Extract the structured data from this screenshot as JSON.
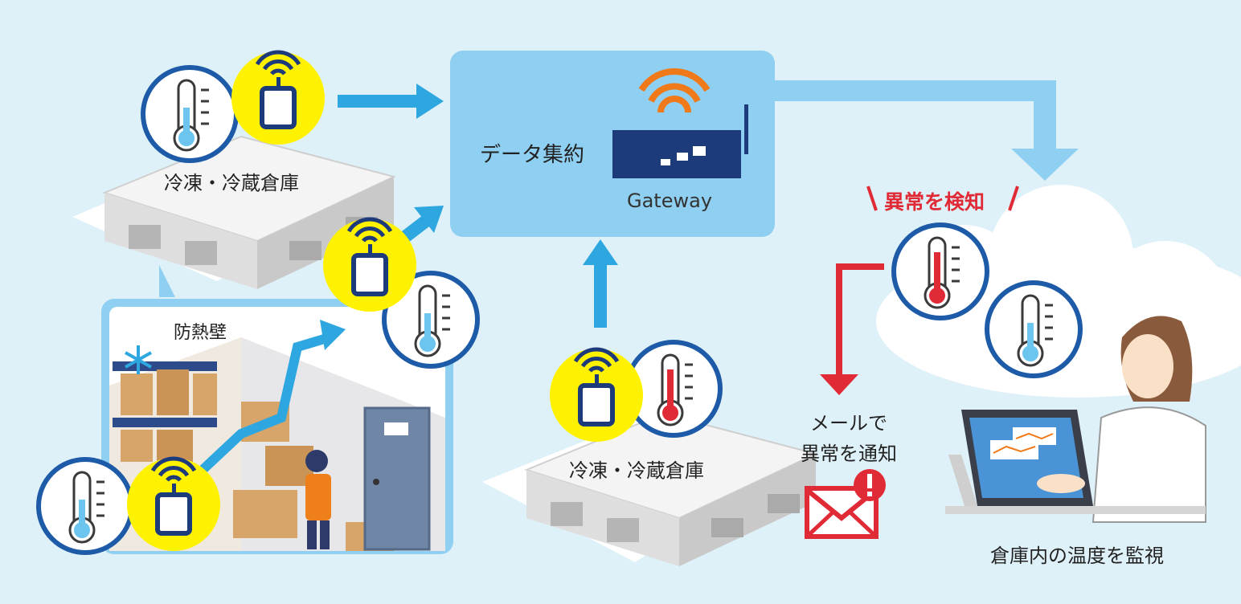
{
  "labels": {
    "warehouse_top": "冷凍・冷蔵倉庫",
    "warehouse_bottom": "冷凍・冷蔵倉庫",
    "insulation_wall": "防熱壁",
    "data_aggregation": "データ集約",
    "gateway": "Gateway",
    "anomaly_detect": "異常を検知",
    "mail_notify_line1": "メールで",
    "mail_notify_line2": "異常を通知",
    "monitoring": "倉庫内の温度を監視"
  },
  "colors": {
    "background": "#dff1f8",
    "hub": "#8fd0f2",
    "arrow_blue": "#2ea7e0",
    "arrow_light": "#8fd0f2",
    "alert_red": "#e02a36",
    "sensor_yellow": "#fff200",
    "ring_blue": "#1d5aa8",
    "wifi_orange": "#f07a1a"
  },
  "icons": [
    "thermometer-icon",
    "sensor-icon",
    "wifi-icon",
    "router-icon",
    "cloud-icon",
    "mail-alert-icon",
    "snowflake-icon"
  ]
}
